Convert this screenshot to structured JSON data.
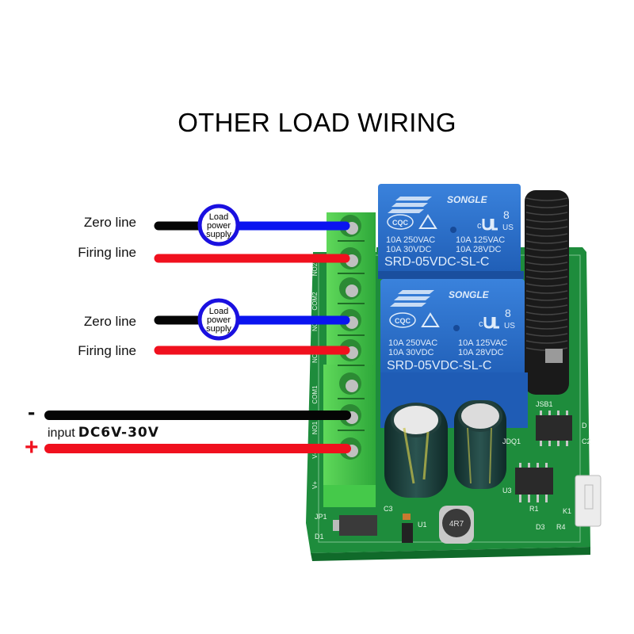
{
  "title": "OTHER LOAD WIRING",
  "channels": [
    {
      "zero_line_label": "Zero line",
      "firing_line_label": "Firing line",
      "load_label": [
        "Load",
        "power",
        "supply"
      ]
    },
    {
      "zero_line_label": "Zero line",
      "firing_line_label": "Firing line",
      "load_label": [
        "Load",
        "power",
        "supply"
      ]
    }
  ],
  "power_input": {
    "minus_sign": "-",
    "plus_sign": "+",
    "label": "input",
    "voltage": "DC6V-30V"
  },
  "relays": [
    {
      "brand": "SONGLE",
      "rating_line1_left": "10A  250VAC",
      "rating_line1_right": "10A  125VAC",
      "rating_line2_left": "10A   30VDC",
      "rating_line2_right": "10A  28VDC",
      "model": "SRD-05VDC-SL-C",
      "cert_cqc": "CQC",
      "cert_ul_c": "c",
      "cert_ul_us": "US",
      "cert_ul_num": "8"
    },
    {
      "brand": "SONGLE",
      "rating_line1_left": "10A  250VAC",
      "rating_line1_right": "10A  125VAC",
      "rating_line2_left": "10A   30VDC",
      "rating_line2_right": "10A  28VDC",
      "model": "SRD-05VDC-SL-C",
      "cert_cqc": "CQC",
      "cert_ul_c": "c",
      "cert_ul_us": "US",
      "cert_ul_num": "8"
    }
  ],
  "pcb_labels": {
    "terminal_side": [
      "NO2",
      "COM2",
      "NC2",
      "NC1",
      "COM1",
      "NO1",
      "V-",
      "V+"
    ],
    "jdq1": "JDQ1",
    "jsb1": "JSB1",
    "u1": "U1",
    "u3": "U3",
    "c3": "C3",
    "jp1": "JP1",
    "d1": "D1",
    "inductor": "4R7",
    "r1": "R1",
    "r4": "R4",
    "k1": "K1",
    "d3": "D3",
    "d": "D",
    "c2": "C2"
  },
  "colors": {
    "wire_black": "#050505",
    "wire_blue": "#0a14f0",
    "wire_red": "#f0101e",
    "load_ring": "#1a10e0",
    "pcb_green": "#1e8c3c",
    "terminal_green": "#3fc43f",
    "relay_blue": "#2a6cc8",
    "antenna_black": "#1a1a1a",
    "capacitor": "#1b3d3a"
  }
}
